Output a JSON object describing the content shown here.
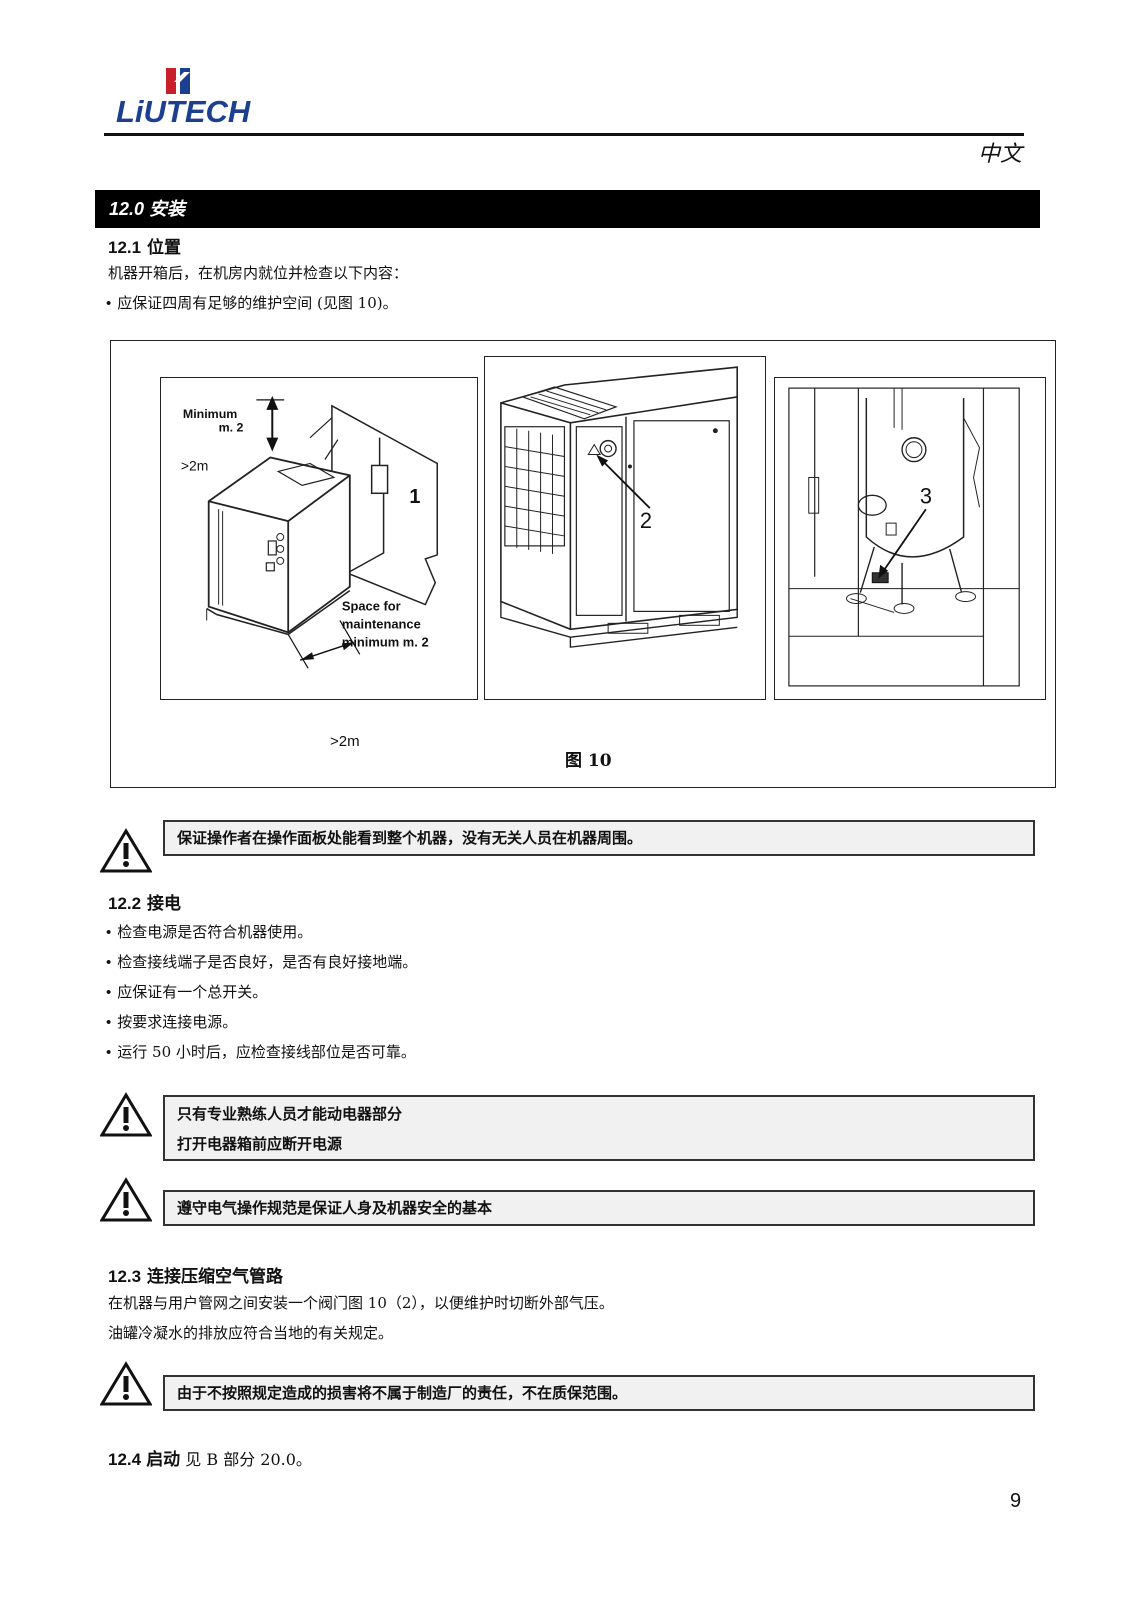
{
  "header": {
    "brand": "LiUTECH",
    "language": "中文"
  },
  "section": {
    "title": "12.0 安装"
  },
  "s12_1": {
    "heading_num": "12.1",
    "heading_text": "位置",
    "intro": "机器开箱后，在机房内就位并检查以下内容：",
    "bullet": "应保证四周有足够的维护空间 (见图 10)。"
  },
  "figure": {
    "caption": "图 10",
    "label_minimum": "Minimum",
    "label_m2": "m. 2",
    "label_2m_top": ">2m",
    "label_2m_bottom": ">2m",
    "label_space_1": "Space for",
    "label_space_2": "maintenance",
    "label_space_3": "minimum  m. 2",
    "callout_1": "1",
    "callout_2": "2",
    "callout_3": "3"
  },
  "warning_1": {
    "text": "保证操作者在操作面板处能看到整个机器，没有无关人员在机器周围。"
  },
  "s12_2": {
    "heading_num": "12.2",
    "heading_text": "接电",
    "bullets": [
      "检查电源是否符合机器使用。",
      "检查接线端子是否良好，是否有良好接地端。",
      "应保证有一个总开关。",
      "按要求连接电源。",
      "运行 50 小时后，应检查接线部位是否可靠。"
    ]
  },
  "warning_2": {
    "line1": "只有专业熟练人员才能动电器部分",
    "line2": "打开电器箱前应断开电源"
  },
  "warning_3": {
    "text": "遵守电气操作规范是保证人身及机器安全的基本"
  },
  "s12_3": {
    "heading_num": "12.3",
    "heading_text": "连接压缩空气管路",
    "line1": "在机器与用户管网之间安装一个阀门图 10（2），以便维护时切断外部气压。",
    "line2": "油罐冷凝水的排放应符合当地的有关规定。"
  },
  "warning_4": {
    "text": "由于不按照规定造成的损害将不属于制造厂的责任，不在质保范围。"
  },
  "s12_4": {
    "heading_num": "12.4",
    "heading_text": "启动",
    "rest": "见 B 部分 20.0。"
  },
  "page_number": "9"
}
